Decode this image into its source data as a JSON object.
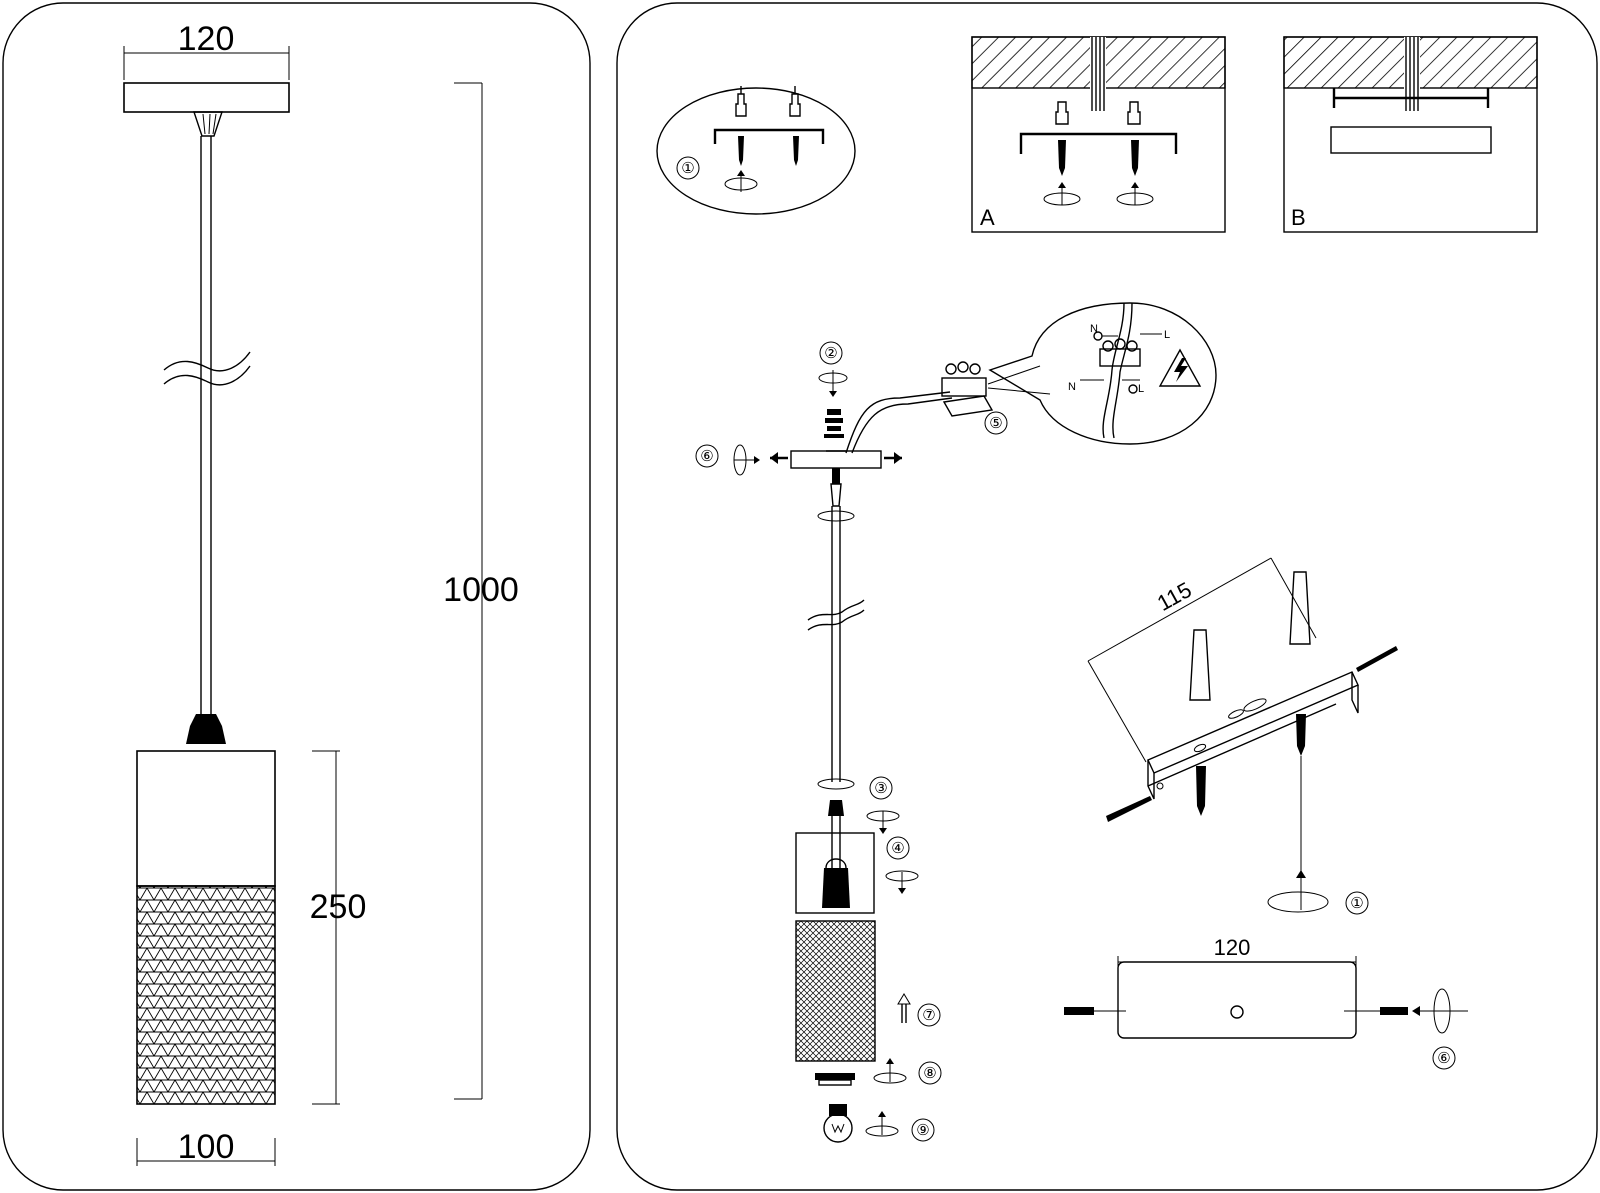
{
  "dimensions": {
    "canopy_width": "120",
    "total_height": "1000",
    "shade_height": "250",
    "shade_width": "100"
  },
  "ceiling_options": {
    "option_a": "A",
    "option_b": "B"
  },
  "bracket": {
    "hole_spacing": "115",
    "length": "120"
  },
  "wiring": {
    "neutral": "N",
    "live": "L"
  },
  "steps": [
    "①",
    "②",
    "③",
    "④",
    "⑤",
    "⑥",
    "⑦",
    "⑧",
    "⑨"
  ]
}
